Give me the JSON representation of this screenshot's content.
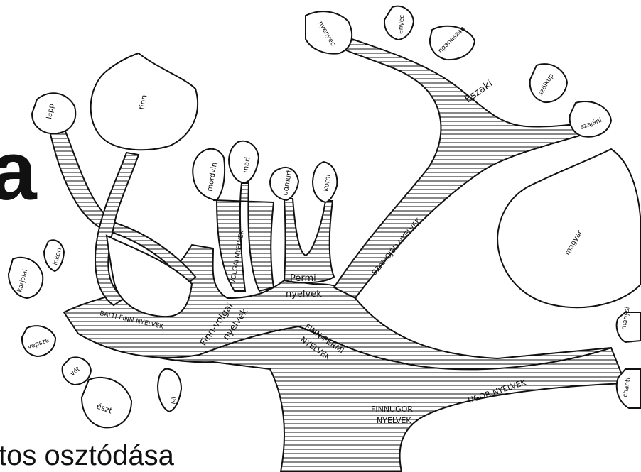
{
  "slide": {
    "title_fragment": "a",
    "caption_fragment": "tos osztódása"
  },
  "tree": {
    "trunk_label_line1": "FINNUGOR",
    "trunk_label_line2": "NYELVEK",
    "ugor": "UGOR NYELVEK",
    "finn_permi_line1": "FINN-PERMI",
    "finn_permi_line2": "NYELVEK",
    "finn_volgai_line1": "Finn-volgai",
    "finn_volgai_line2": "nyelvek",
    "permi_line1": "Permi",
    "permi_line2": "nyelvek",
    "volgai": "VOLGAI NYELVEK",
    "balti_finn": "BALTI-FINN NYELVEK",
    "szamojed": "SZAMOJÉD NYELVEK",
    "eszaki": "Északi"
  },
  "leaves": {
    "finn": "finn",
    "lapp": "lapp",
    "mordvin": "mordvin",
    "mari": "mari",
    "udmurt": "udmurt",
    "komi": "komi",
    "karjalai": "karjalai",
    "inkeri": "inkeri",
    "vepsze": "vepsze",
    "vot": "vót",
    "eszt": "észt",
    "liv": "lív",
    "nyenyec": "nyenyec",
    "enyec": "enyec",
    "nganaszan": "nganaszan",
    "szelkup": "szölkup",
    "szajani": "szajáni",
    "magyar": "magyar",
    "manysi": "manysi",
    "hanti": "chanti"
  }
}
